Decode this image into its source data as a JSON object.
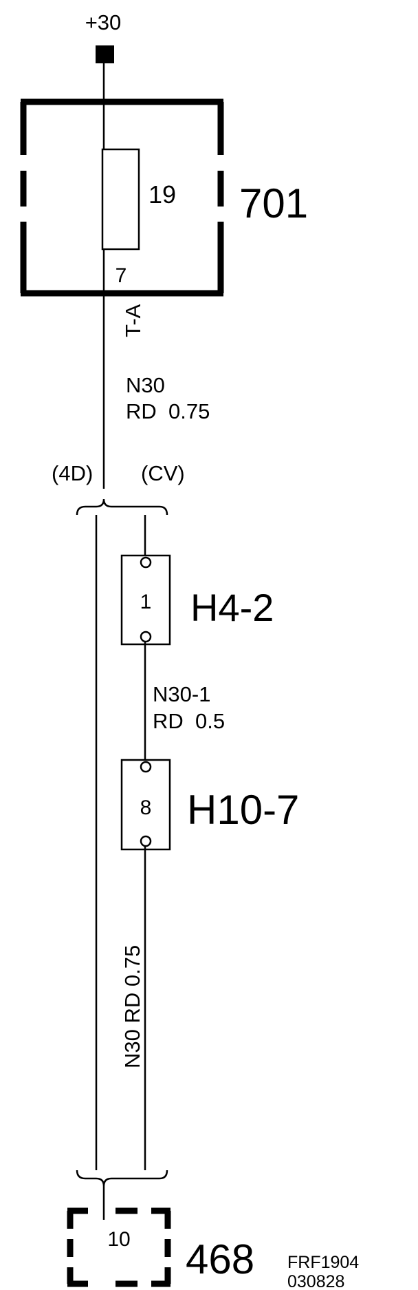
{
  "supply": {
    "label": "+30"
  },
  "fuse_box": {
    "id": "701",
    "fuse_number": "19",
    "pin": "7"
  },
  "wire_top": {
    "terminal": "T-A",
    "name": "N30",
    "spec": "RD  0.75"
  },
  "variants": {
    "left": "(4D)",
    "right": "(CV)"
  },
  "connector_1": {
    "id": "H4-2",
    "pin": "1"
  },
  "wire_mid": {
    "name": "N30-1",
    "spec": "RD  0.5"
  },
  "connector_2": {
    "id": "H10-7",
    "pin": "8"
  },
  "wire_bottom": {
    "label": "N30 RD 0.75"
  },
  "component": {
    "id": "468",
    "pin": "10"
  },
  "footer": {
    "code": "FRF1904",
    "date": "030828"
  },
  "colors": {
    "line": "#000000",
    "background": "#ffffff"
  }
}
